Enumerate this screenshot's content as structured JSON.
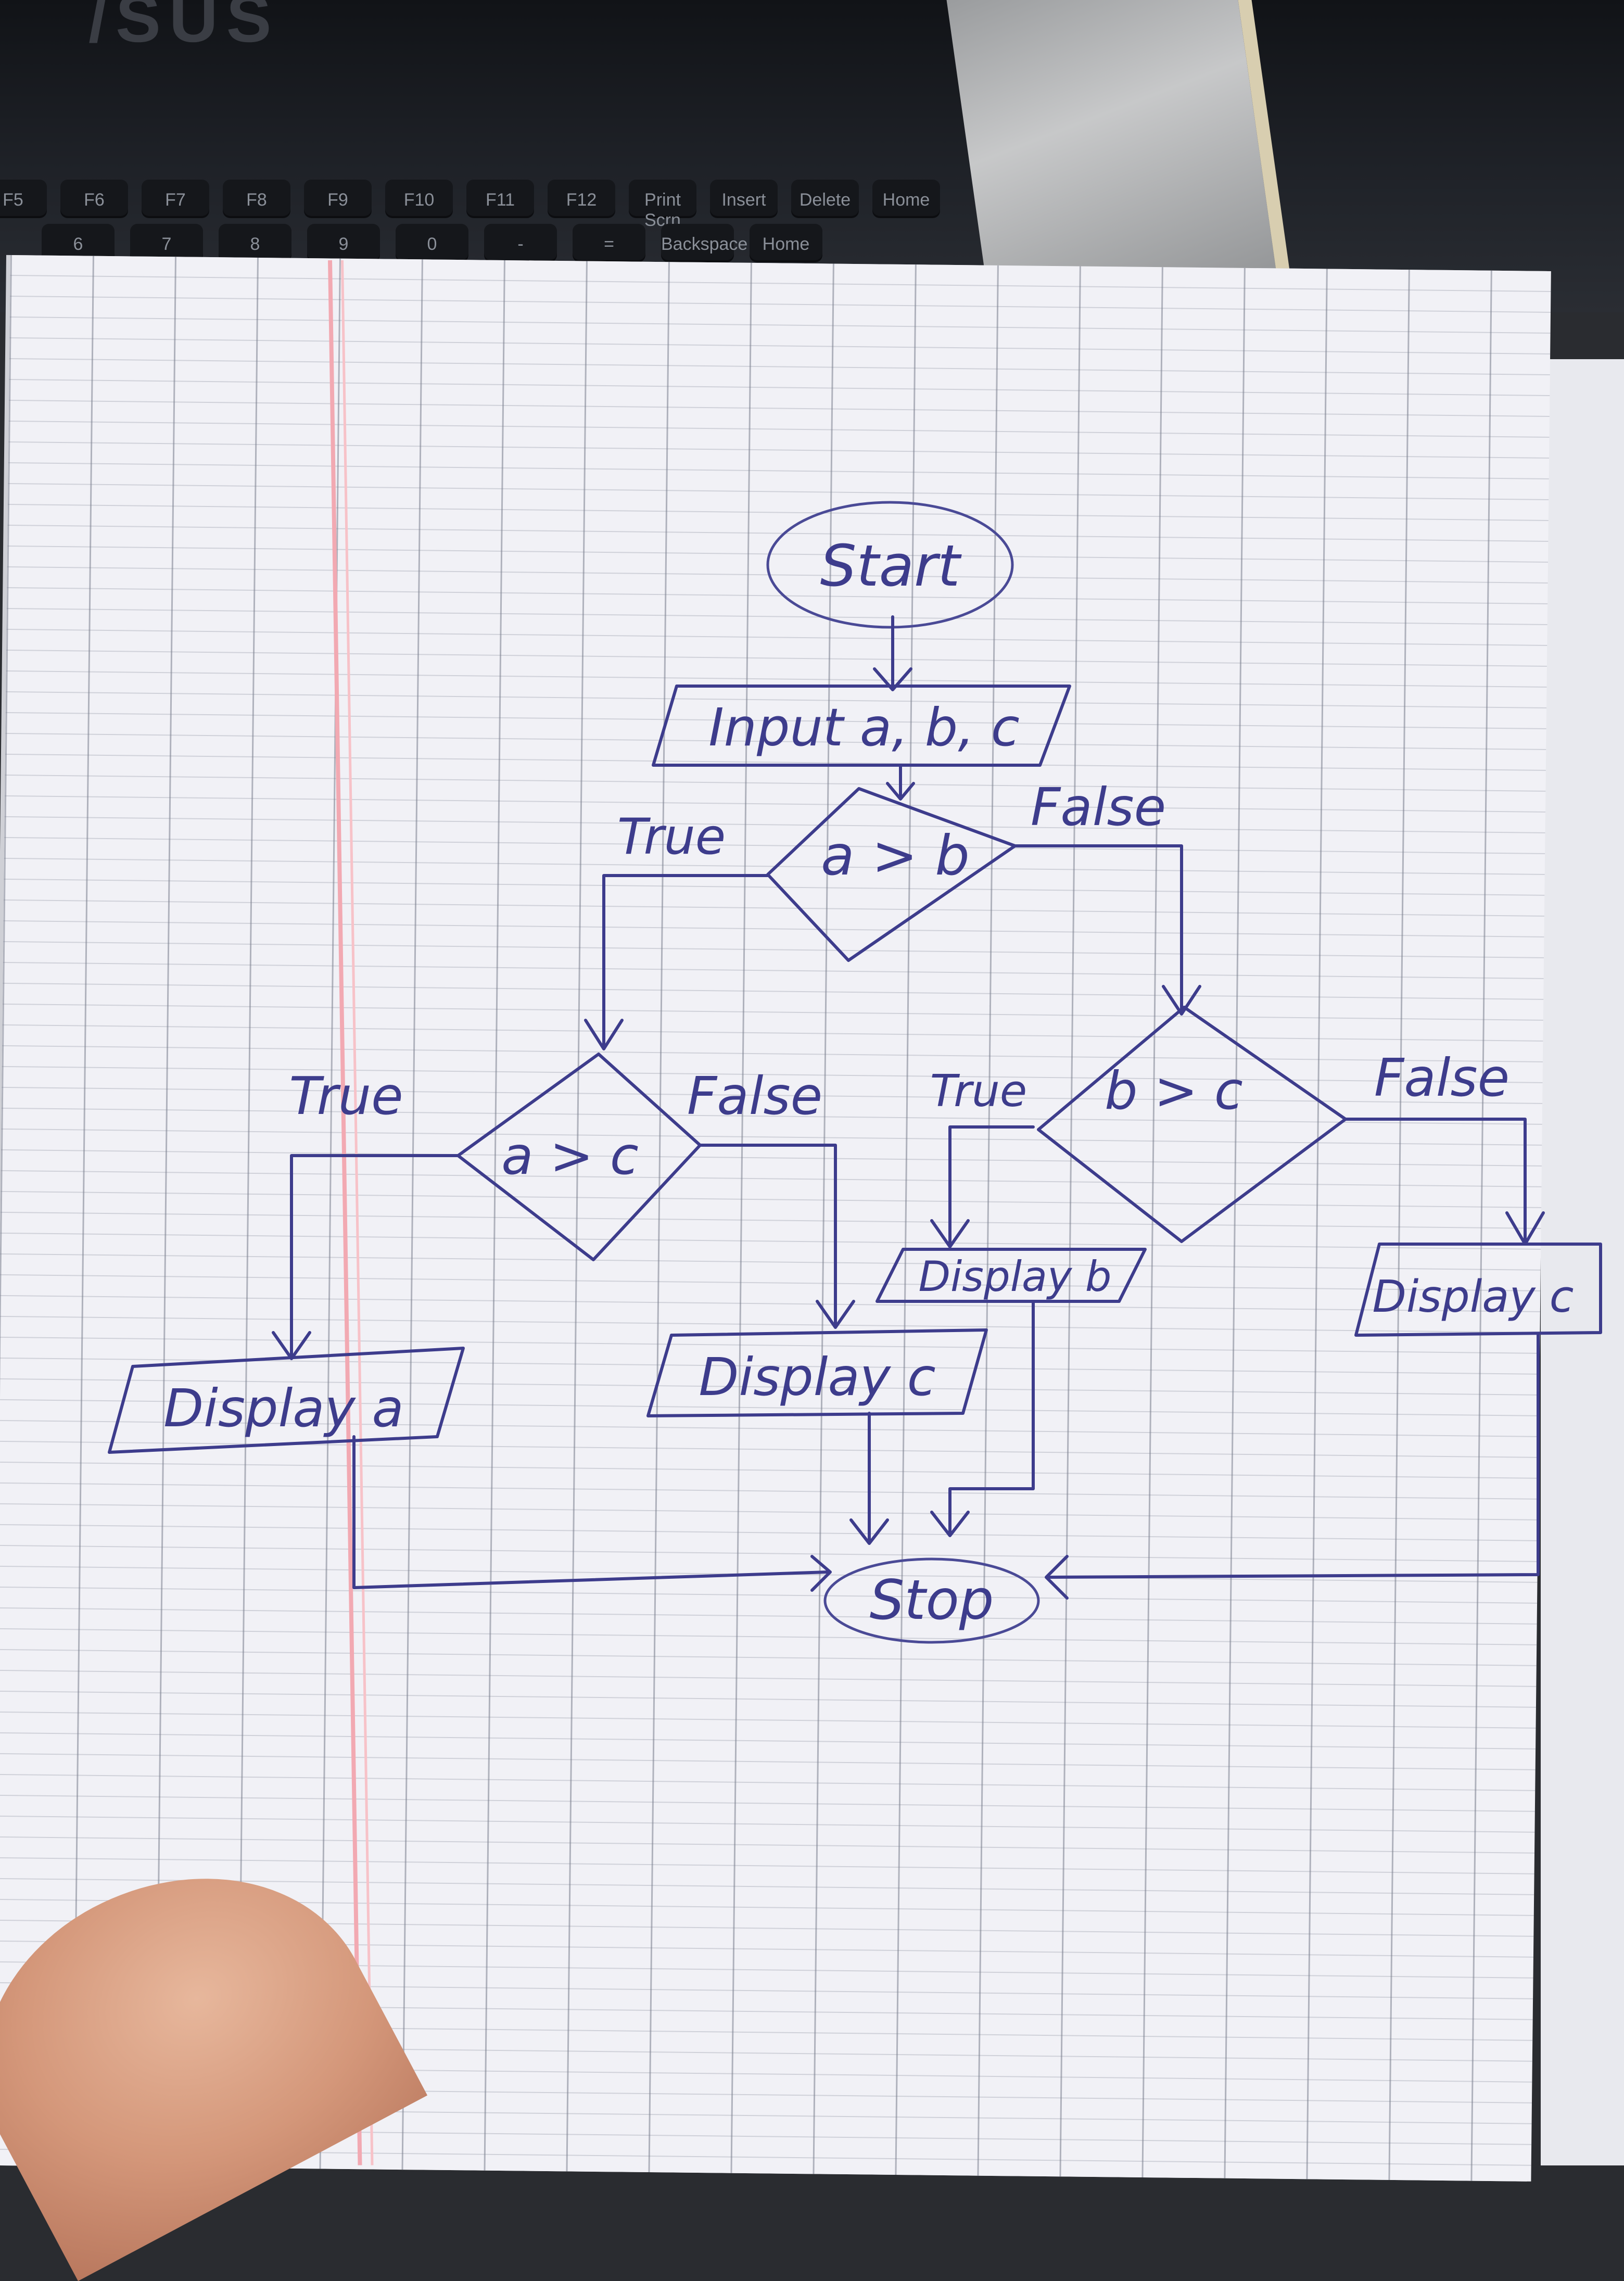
{
  "background": {
    "brand": "/SUS",
    "keys": [
      "F5",
      "F6",
      "F7",
      "F8",
      "F9",
      "F10",
      "F11",
      "F12",
      "Print Scrn",
      "Insert",
      "Delete",
      "Home",
      "6",
      "7",
      "8",
      "9",
      "0",
      "-",
      "=",
      "Backspace",
      "Home"
    ]
  },
  "flowchart": {
    "start": "Start",
    "input": "Input a, b, c",
    "decision_ab": "a > b",
    "decision_ac": "a > c",
    "decision_bc": "b > c",
    "label_true_ab": "True",
    "label_false_ab": "False",
    "label_true_ac": "True",
    "label_false_ac": "False",
    "label_true_bc": "True",
    "label_false_bc": "False",
    "display_a": "Display a",
    "display_c_left": "Display c",
    "display_b": "Display b",
    "display_c_right": "Display c",
    "stop": "Stop"
  },
  "colors": {
    "ink": "#3d3c8c",
    "paper": "#f1f1f6",
    "margin": "#f2a9b2"
  }
}
